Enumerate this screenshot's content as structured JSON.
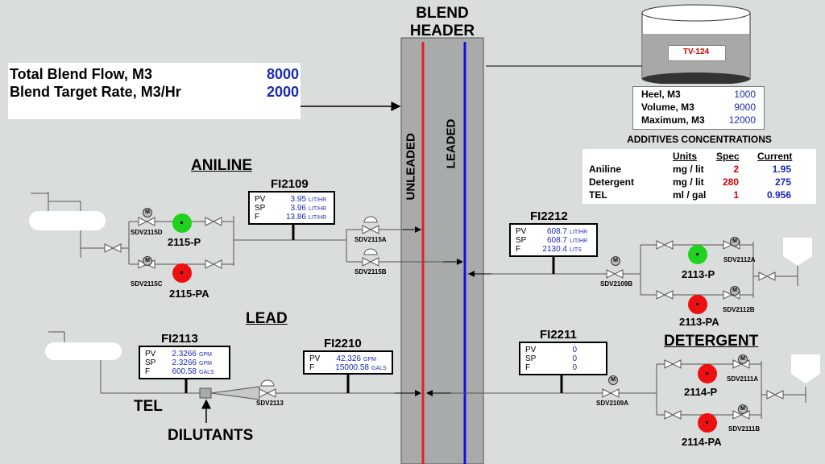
{
  "header": {
    "line1": "BLEND",
    "line2": "HEADER"
  },
  "header_labels": {
    "unleaded": "UNLEADED",
    "leaded": "LEADED"
  },
  "blend_info": {
    "rows": [
      {
        "label": "Total Blend Flow, M3",
        "value": "8000"
      },
      {
        "label": "Blend Target Rate, M3/Hr",
        "value": "2000"
      }
    ]
  },
  "tank": {
    "name": "TV-124",
    "rows": [
      {
        "label": "Heel, M3",
        "value": "1000"
      },
      {
        "label": "Volume, M3",
        "value": "9000"
      },
      {
        "label": "Maximum, M3",
        "value": "12000"
      }
    ]
  },
  "additives": {
    "title": "ADDITIVES CONCENTRATIONS",
    "headers": {
      "units": "Units",
      "spec": "Spec",
      "current": "Current"
    },
    "rows": [
      {
        "name": "Aniline",
        "units": "mg / lit",
        "spec": "2",
        "current": "1.95"
      },
      {
        "name": "Detergent",
        "units": "mg / lit",
        "spec": "280",
        "current": "275"
      },
      {
        "name": "TEL",
        "units": "ml / gal",
        "spec": "1",
        "current": "0.956"
      }
    ]
  },
  "sections": {
    "aniline": "ANILINE",
    "lead": "LEAD",
    "detergent": "DETERGENT",
    "tel": "TEL",
    "dilutants": "DILUTANTS"
  },
  "fi2109": {
    "tag": "FI2109",
    "rows": [
      {
        "k": "PV",
        "v": "3.95",
        "u": "LIT/HR"
      },
      {
        "k": "SP",
        "v": "3.96",
        "u": "LIT/HR"
      },
      {
        "k": "F",
        "v": "13.86",
        "u": "LIT/HR"
      }
    ]
  },
  "fi2212": {
    "tag": "FI2212",
    "rows": [
      {
        "k": "PV",
        "v": "608.7",
        "u": "LIT/HR"
      },
      {
        "k": "SP",
        "v": "608.7",
        "u": "LIT/HR"
      },
      {
        "k": "F",
        "v": "2130.4",
        "u": "LITS"
      }
    ]
  },
  "fi2113": {
    "tag": "FI2113",
    "rows": [
      {
        "k": "PV",
        "v": "2.3266",
        "u": "GPM"
      },
      {
        "k": "SP",
        "v": "2.3266",
        "u": "GPM"
      },
      {
        "k": "F",
        "v": "600.58",
        "u": "GALS"
      }
    ]
  },
  "fi2210": {
    "tag": "FI2210",
    "rows": [
      {
        "k": "PV",
        "v": "42.326",
        "u": "GPM"
      },
      {
        "k": "F",
        "v": "15000.58",
        "u": "GALS"
      }
    ]
  },
  "fi2211": {
    "tag": "FI2211",
    "rows": [
      {
        "k": "PV",
        "v": "0",
        "u": ""
      },
      {
        "k": "SP",
        "v": "0",
        "u": ""
      },
      {
        "k": "F",
        "v": "0",
        "u": ""
      }
    ]
  },
  "pumps": {
    "p2115": "2115-P",
    "p2115a": "2115-PA",
    "p2113": "2113-P",
    "p2113a": "2113-PA",
    "p2114": "2114-P",
    "p2114a": "2114-PA"
  },
  "valves": {
    "sdv2115d": "SDV2115D",
    "sdv2115c": "SDV2115C",
    "sdv2115a": "SDV2115A",
    "sdv2115b": "SDV2115B",
    "sdv2113": "SDV2113",
    "sdv2109b": "SDV2109B",
    "sdv2112a": "SDV2112A",
    "sdv2112b": "SDV2112B",
    "sdv2109a": "SDV2109A",
    "sdv2111a": "SDV2111A",
    "sdv2111b": "SDV2111B"
  },
  "motor_symbol": "M",
  "colors": {
    "unleaded": "#e02020",
    "leaded": "#1010e0",
    "pump_running": "#1ed21e",
    "pump_stopped": "#ee1010",
    "value": "#1a2bb5"
  }
}
